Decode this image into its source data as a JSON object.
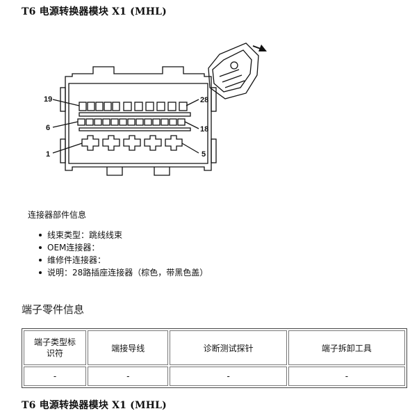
{
  "page": {
    "title_top": "T6 电源转换器模块 X1 (MHL)",
    "title_bottom": "T6 电源转换器模块 X1 (MHL)"
  },
  "figure": {
    "pin_labels": {
      "p19": "19",
      "p28": "28",
      "p6": "6",
      "p18": "18",
      "p1": "1",
      "p5": "5"
    }
  },
  "connector_info": {
    "heading": "连接器部件信息",
    "items": [
      "线束类型：跳线线束",
      "OEM连接器：",
      "维修件连接器：",
      "说明：28路插座连接器（棕色，带黑色盖）"
    ]
  },
  "terminal_info": {
    "heading": "端子零件信息",
    "headers": {
      "type_id_line1": "端子类型标",
      "type_id_line2": "识符",
      "crimp": "端接导线",
      "probe": "诊断测试探针",
      "tool": "端子拆卸工具"
    },
    "row": [
      "-",
      "-",
      "-",
      "-"
    ]
  }
}
